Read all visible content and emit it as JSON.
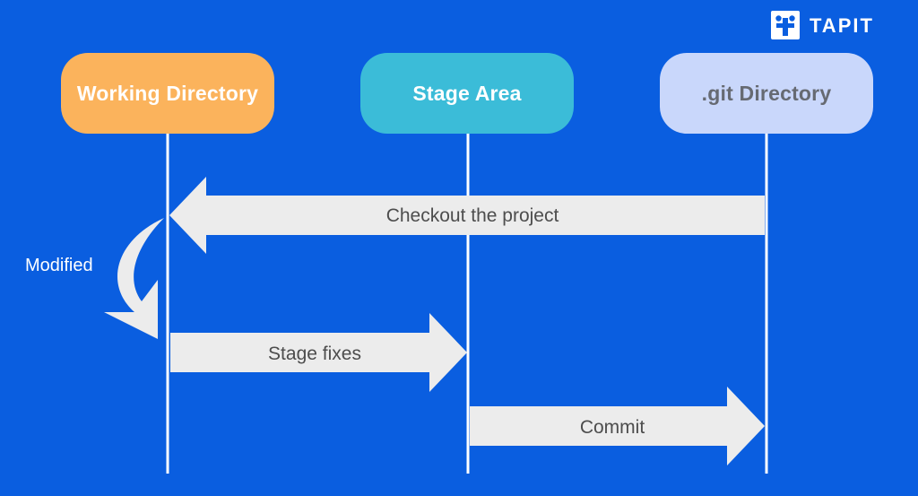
{
  "brand": {
    "logo_text": "TAPIT",
    "logo_icon": "tapit-cross-logo"
  },
  "colors": {
    "background": "#0a5ee0",
    "working_directory": "#fbb35c",
    "stage_area": "#3bbcd8",
    "git_directory": "#c9d7fb",
    "arrow_fill": "#ececec",
    "lifeline": "#ffffff"
  },
  "nodes": [
    {
      "id": "working",
      "label": "Working Directory"
    },
    {
      "id": "stage",
      "label": "Stage Area"
    },
    {
      "id": "git",
      "label": ".git Directory"
    }
  ],
  "flows": [
    {
      "from": "git",
      "to": "working",
      "label": "Checkout the project"
    },
    {
      "from": "working",
      "to": "working",
      "label": "Modified"
    },
    {
      "from": "working",
      "to": "stage",
      "label": "Stage fixes"
    },
    {
      "from": "stage",
      "to": "git",
      "label": "Commit"
    }
  ]
}
